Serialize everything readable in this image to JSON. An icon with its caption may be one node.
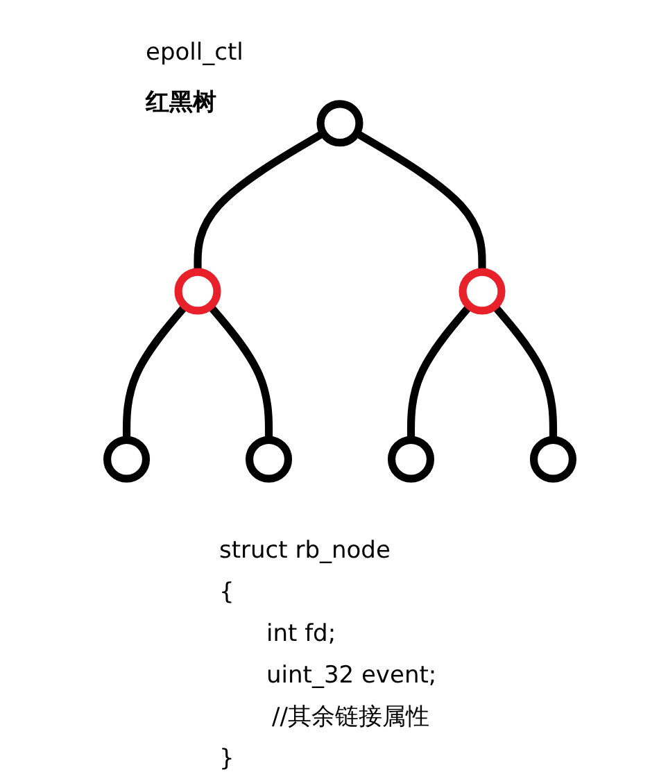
{
  "diagram": {
    "nodes": [
      {
        "text": [],
        "shape": "circle"
      },
      {
        "text": [],
        "shape": "circle"
      },
      {
        "text": [],
        "shape": "circle"
      },
      {
        "text": [],
        "shape": "circle"
      },
      {
        "text": [],
        "shape": "circle"
      },
      {
        "text": [],
        "shape": "circle"
      },
      {
        "text": [],
        "shape": "circle"
      }
    ],
    "edges": [
      {
        "from": 0,
        "to": 1,
        "arrow": "none"
      },
      {
        "from": 0,
        "to": 2,
        "arrow": "none"
      },
      {
        "from": 1,
        "to": 3,
        "arrow": "none"
      },
      {
        "from": 1,
        "to": 4,
        "arrow": "none"
      },
      {
        "from": 2,
        "to": 5,
        "arrow": "none"
      },
      {
        "from": 2,
        "to": 6,
        "arrow": "none"
      }
    ],
    "labels": [
      "epoll_ctl",
      "红黑树",
      "struct rb_node",
      "{",
      "int fd;",
      "uint_32 event;",
      "//其余链接属性",
      "}"
    ]
  }
}
